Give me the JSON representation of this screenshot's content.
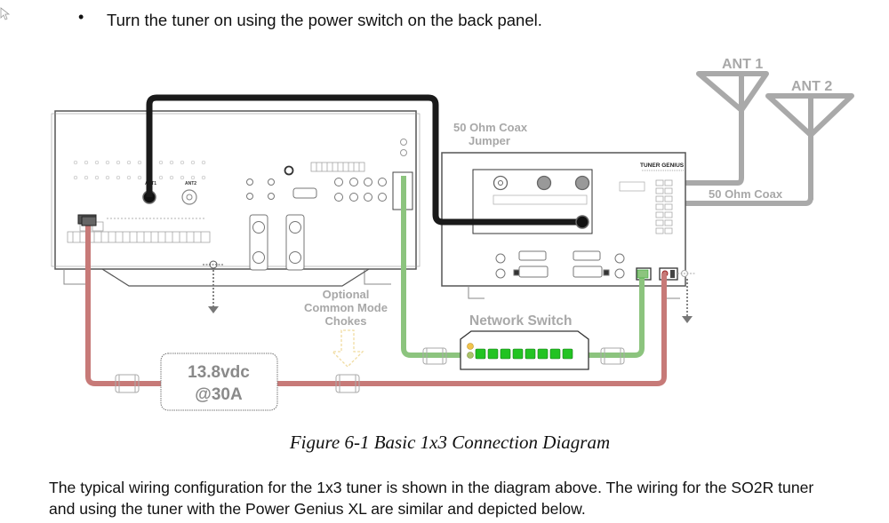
{
  "document": {
    "bullet_text": "Turn the tuner on using the power switch on the back panel.",
    "figure_caption": "Figure 6-1 Basic 1x3 Connection Diagram",
    "paragraph": [
      "The typical wiring configuration for the 1x3 tuner is shown in the diagram above.  The wiring for the SO2R tuner",
      "and using the tuner with the Power Genius XL are similar and depicted below."
    ]
  },
  "diagram": {
    "antenna_1_label": "ANT 1",
    "antenna_2_label": "ANT 2",
    "coax_label": "50 Ohm Coax",
    "jumper_label_line1": "50 Ohm Coax",
    "jumper_label_line2": "Jumper",
    "choke_label_line1": "Optional",
    "choke_label_line2": "Common Mode",
    "choke_label_line3": "Chokes",
    "switch_label": "Network Switch",
    "power_label_line1": "13.8vdc",
    "power_label_line2": "@30A",
    "tuner_title": "TUNER GENIUS",
    "radio_ant1_label": "ANT1",
    "radio_ant2_label": "ANT2",
    "colors": {
      "coax_gray": "#a9a9a9",
      "jumper_black": "#1a1a1a",
      "ethernet_green": "#8cc47e",
      "power_red": "#c77a78",
      "port_green": "#22c322",
      "led_yellow": "#f2c44a"
    }
  }
}
